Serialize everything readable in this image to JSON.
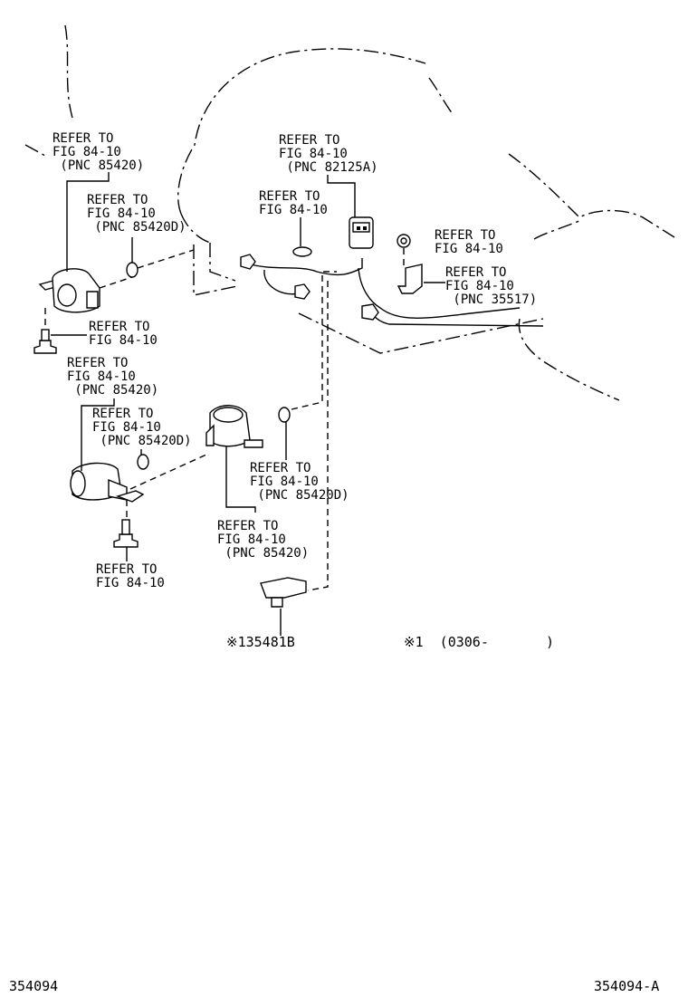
{
  "callouts": [
    {
      "id": "ref-85420-top",
      "lines": [
        "REFER TO",
        "FIG 84-10",
        " (PNC 85420)"
      ]
    },
    {
      "id": "ref-85420d-top",
      "lines": [
        "REFER TO",
        "FIG 84-10",
        " (PNC 85420D)"
      ]
    },
    {
      "id": "ref-bolt-top",
      "lines": [
        "REFER TO",
        "FIG 84-10"
      ]
    },
    {
      "id": "ref-82125a",
      "lines": [
        "REFER TO",
        "FIG 84-10",
        " (PNC 82125A)"
      ]
    },
    {
      "id": "ref-seal-center",
      "lines": [
        "REFER TO",
        "FIG 84-10"
      ]
    },
    {
      "id": "ref-nut",
      "lines": [
        "REFER TO",
        "FIG 84-10"
      ]
    },
    {
      "id": "ref-35517",
      "lines": [
        "REFER TO",
        "FIG 84-10",
        " (PNC 35517)"
      ]
    },
    {
      "id": "ref-85420-mid",
      "lines": [
        "REFER TO",
        "FIG 84-10",
        " (PNC 85420)"
      ]
    },
    {
      "id": "ref-85420d-mid",
      "lines": [
        "REFER TO",
        "FIG 84-10",
        " (PNC 85420D)"
      ]
    },
    {
      "id": "ref-85420d-right",
      "lines": [
        "REFER TO",
        "FIG 84-10",
        " (PNC 85420D)"
      ]
    },
    {
      "id": "ref-85420-right",
      "lines": [
        "REFER TO",
        "FIG 84-10",
        " (PNC 85420)"
      ]
    },
    {
      "id": "ref-bolt-bottom",
      "lines": [
        "REFER TO",
        "FIG 84-10"
      ]
    }
  ],
  "part_number": "※135481B",
  "footnote": "※1  (0306-       )",
  "figure_id_left": "354094",
  "figure_id_right": "354094-A"
}
